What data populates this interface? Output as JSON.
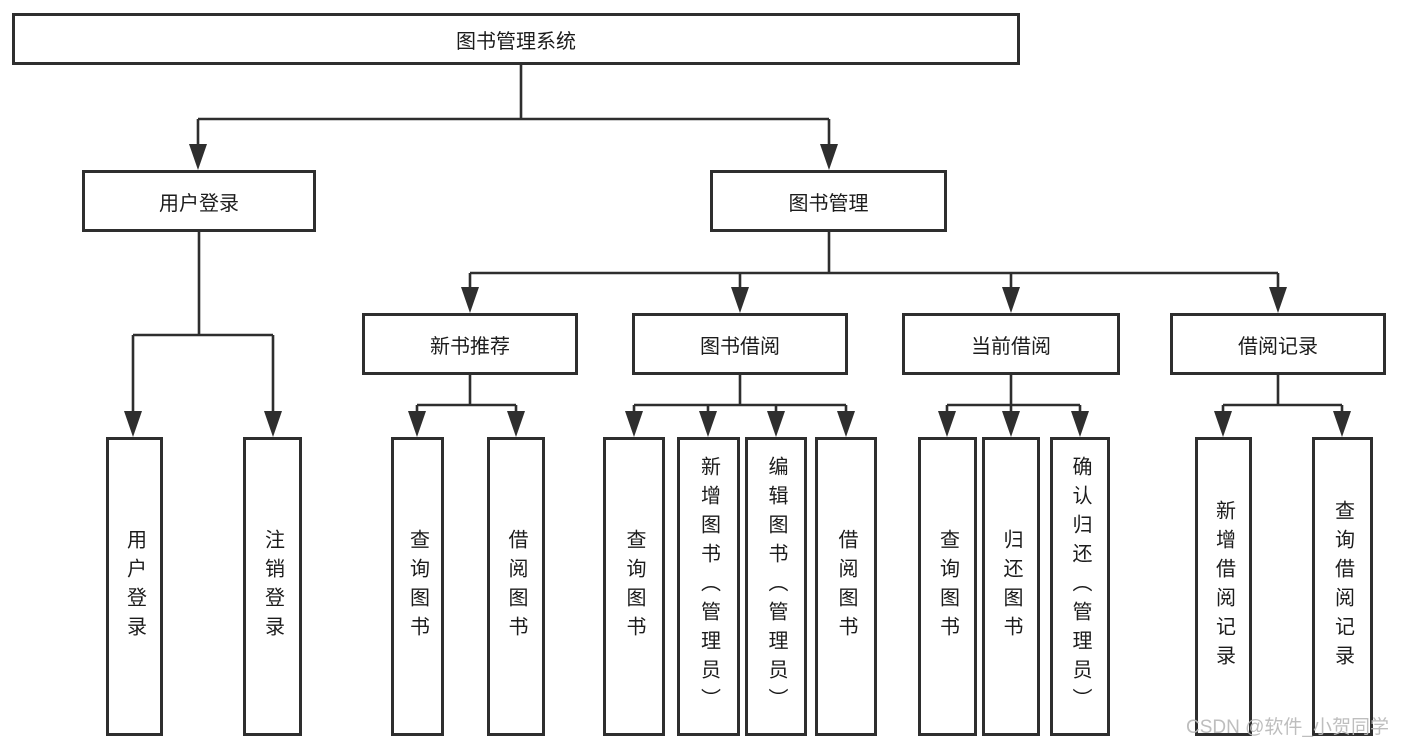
{
  "tree": {
    "label": "图书管理系统",
    "children": [
      {
        "label": "用户登录",
        "children": [
          {
            "label": "用户登录"
          },
          {
            "label": "注销登录"
          }
        ]
      },
      {
        "label": "图书管理",
        "children": [
          {
            "label": "新书推荐",
            "children": [
              {
                "label": "查询图书"
              },
              {
                "label": "借阅图书"
              }
            ]
          },
          {
            "label": "图书借阅",
            "children": [
              {
                "label": "查询图书"
              },
              {
                "label": "新增图书（管理员）"
              },
              {
                "label": "编辑图书（管理员）"
              },
              {
                "label": "借阅图书"
              }
            ]
          },
          {
            "label": "当前借阅",
            "children": [
              {
                "label": "查询图书"
              },
              {
                "label": "归还图书"
              },
              {
                "label": "确认归还（管理员）"
              }
            ]
          },
          {
            "label": "借阅记录",
            "children": [
              {
                "label": "新增借阅记录"
              },
              {
                "label": "查询借阅记录"
              }
            ]
          }
        ]
      }
    ]
  },
  "watermark": {
    "text": "CSDN @软件_小贺同学"
  },
  "colors": {
    "line": "#2e2e2e",
    "text": "#1c1c1c",
    "background": "#ffffff",
    "watermark": "#b9b9b9"
  }
}
